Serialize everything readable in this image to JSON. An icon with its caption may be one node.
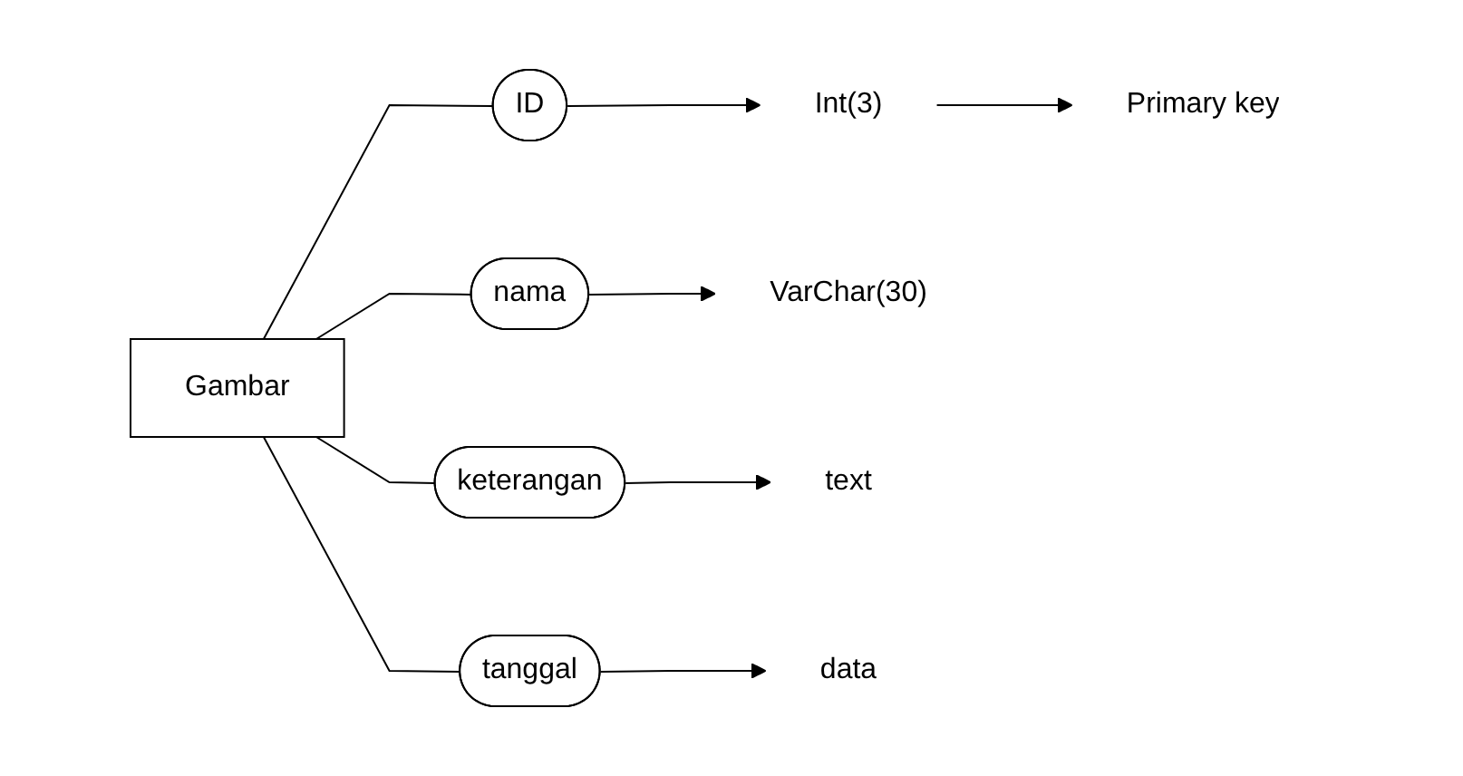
{
  "diagram": {
    "nodes": [
      {
        "text": [
          "Gambar"
        ]
      },
      {
        "text": [
          "ID"
        ]
      },
      {
        "text": [
          "Int(3)"
        ]
      },
      {
        "text": [
          "Primary key"
        ]
      },
      {
        "text": [
          "nama"
        ]
      },
      {
        "text": [
          "VarChar(30)"
        ]
      },
      {
        "text": [
          "keterangan"
        ]
      },
      {
        "text": [
          "text"
        ]
      },
      {
        "text": [
          "tanggal"
        ]
      },
      {
        "text": [
          "data"
        ]
      }
    ],
    "edges": [
      {
        "from": 0,
        "to": 1,
        "arrow": "none"
      },
      {
        "from": 1,
        "to": 2,
        "arrow": "to"
      },
      {
        "from": 2,
        "to": 3,
        "arrow": "to"
      },
      {
        "from": 0,
        "to": 4,
        "arrow": "none"
      },
      {
        "from": 4,
        "to": 5,
        "arrow": "to"
      },
      {
        "from": 0,
        "to": 6,
        "arrow": "none"
      },
      {
        "from": 6,
        "to": 7,
        "arrow": "to"
      },
      {
        "from": 0,
        "to": 8,
        "arrow": "none"
      },
      {
        "from": 8,
        "to": 9,
        "arrow": "to"
      }
    ]
  }
}
